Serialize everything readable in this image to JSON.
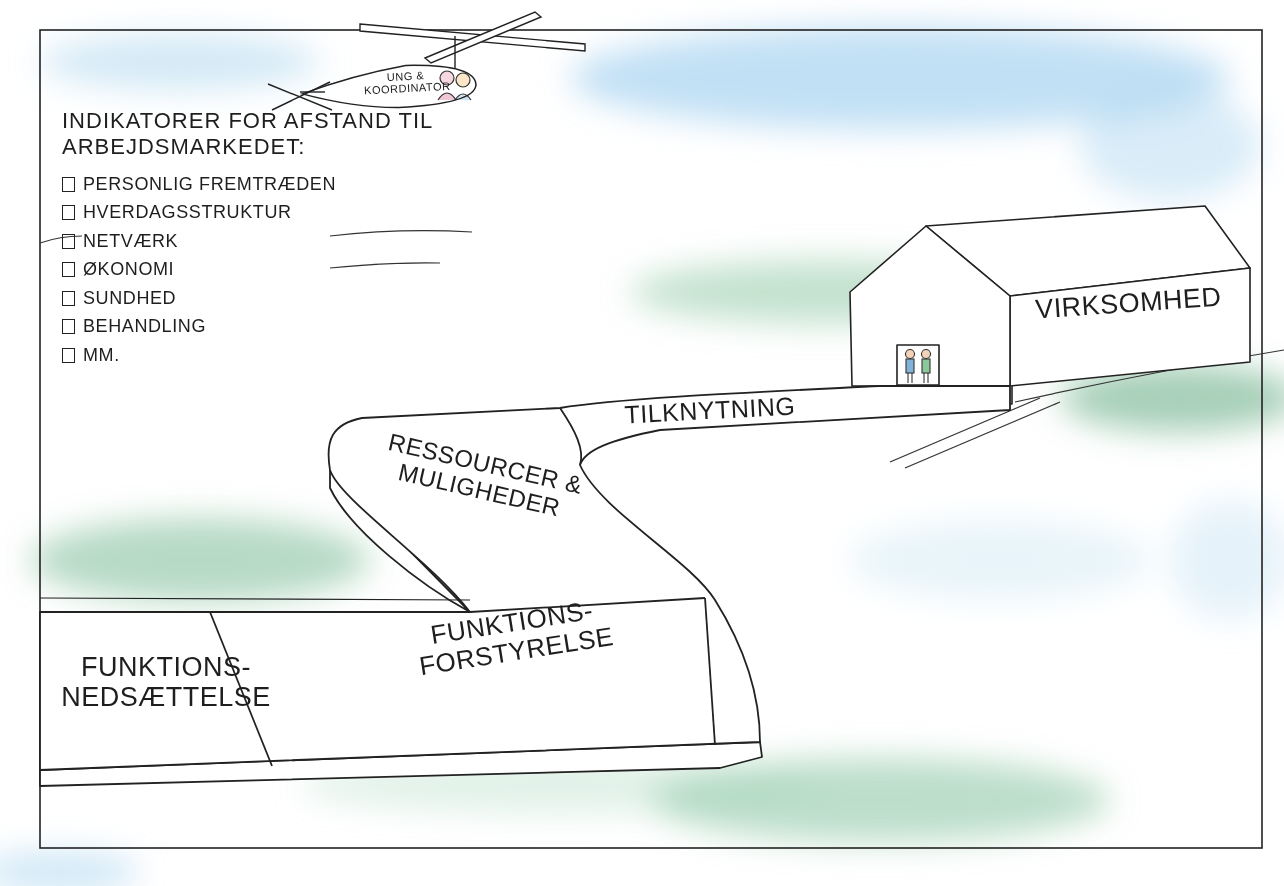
{
  "diagram": {
    "title": "INDIKATORER FOR AFSTAND TIL ARBEJDSMARKEDET:",
    "nodes": [
      {
        "text": [
          "UNG & KOORDINATOR"
        ]
      },
      {
        "text": [
          "VIRKSOMHED"
        ]
      },
      {
        "text": [
          "TILKNYTNING"
        ]
      },
      {
        "text": [
          "RESSOURCER & MULIGHEDER"
        ]
      },
      {
        "text": [
          "FUNKTIONS- NEDSÆTTELSE"
        ]
      },
      {
        "text": [
          "FUNKTIONS- FORSTYRELSE"
        ]
      }
    ],
    "labels": [
      "PERSONLIG FREMTRÆDEN",
      "HVERDAGSSTRUKTUR",
      "NETVÆRK",
      "ØKONOMI",
      "SUNDHED",
      "BEHANDLING",
      "MM."
    ]
  }
}
